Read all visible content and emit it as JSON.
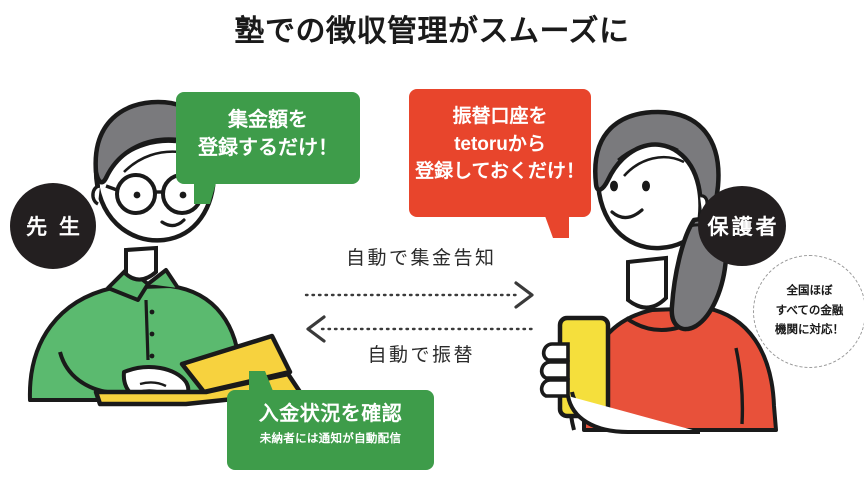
{
  "page": {
    "title": "塾での徴収管理がスムーズに",
    "background_color": "#ffffff"
  },
  "colors": {
    "green_bubble": "#3E9C4A",
    "red_bubble": "#E8452C",
    "shirt_green": "#5BBA6F",
    "top_red": "#E8513A",
    "laptop_yellow": "#F7D23E",
    "phone_yellow": "#F5DF3C",
    "hair_gray": "#7A7A7D",
    "badge_black": "#231f20",
    "text_dark": "#1a1a1a",
    "skin_white": "#ffffff"
  },
  "bubbles": {
    "teacher": {
      "line1": "集金額を",
      "line2": "登録するだけ！",
      "color": "#3E9C4A"
    },
    "parent": {
      "line1": "振替口座を",
      "line2": "tetoruから",
      "line3": "登録しておくだけ！",
      "color": "#E8452C"
    },
    "status": {
      "main": "入金状況を確認",
      "sub": "未納者には通知が自動配信",
      "color": "#3E9C4A"
    }
  },
  "badges": {
    "teacher": "先 生",
    "parent": "保護者"
  },
  "note_circle": {
    "line1": "全国ほぼ",
    "line2": "すべての金融",
    "line3": "機関に対応！"
  },
  "flow": {
    "top_label": "自動で集金告知",
    "top_direction": "right",
    "bottom_label": "自動で振替",
    "bottom_direction": "left"
  },
  "characters": {
    "teacher": {
      "role": "先生",
      "hair": "gray-short",
      "accessory": "round-glasses",
      "clothing": "green-shirt",
      "device": "yellow-laptop"
    },
    "parent": {
      "role": "保護者",
      "hair": "gray-ponytail",
      "clothing": "red-top",
      "device": "yellow-smartphone"
    }
  }
}
